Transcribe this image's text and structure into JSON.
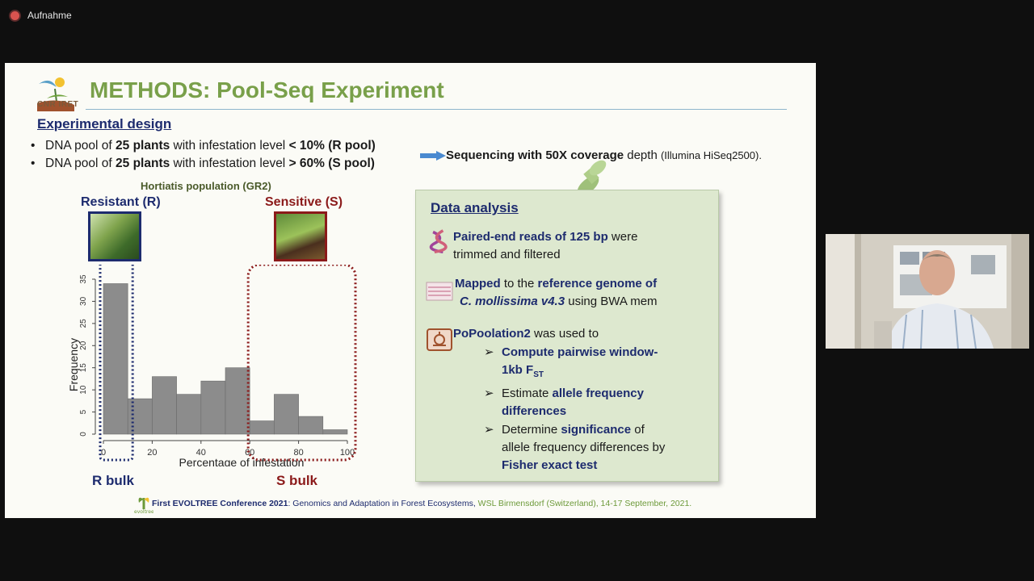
{
  "recording": {
    "label": "Aufnahme"
  },
  "slide": {
    "logo_text": "CNR IRET",
    "title": "METHODS: Pool-Seq Experiment",
    "subhead": "Experimental design",
    "bullets": [
      {
        "pre": "DNA pool of ",
        "b1": "25 plants",
        "mid": " with infestation level ",
        "b2": "< 10% (R pool)"
      },
      {
        "pre": "DNA pool of ",
        "b1": "25 plants",
        "mid": " with infestation level ",
        "b2": "> 60% (S pool)"
      }
    ],
    "sequencing": {
      "bold": "Sequencing with 50X coverage",
      "rest": " depth ",
      "small": "(Illumina HiSeq2500)."
    },
    "population_label": "Hortiatis population (GR2)",
    "resistant_label": "Resistant (R)",
    "sensitive_label": "Sensitive (S)",
    "r_bulk": "R bulk",
    "s_bulk": "S bulk",
    "analysis": {
      "title": "Data analysis",
      "item1": {
        "bold": "Paired-end  reads of 125 bp",
        "rest1": " were",
        "line2": "trimmed and filtered"
      },
      "item2": {
        "bold1": "Mapped",
        "mid": " to the ",
        "bold2": "reference genome of",
        "line2_ital": "C. mollissima v4.3",
        "line2_rest": " using BWA mem"
      },
      "item3": {
        "bold": "PoPoolation2",
        "rest": " was used to"
      },
      "sub": [
        {
          "bold": "Compute pairwise window-",
          "line2": "1kb F",
          "sub": "ST"
        },
        {
          "pre": "Estimate ",
          "bold": "allele frequency",
          "line2": "differences"
        },
        {
          "pre": "Determine ",
          "bold": "significance",
          "rest": " of",
          "line2": "allele frequency differences by",
          "line3": "Fisher exact test"
        }
      ]
    },
    "footer": {
      "part1": "First EVOLTREE Conference 2021",
      "part2": ": Genomics and Adaptation in Forest Ecosystems, ",
      "part3": "WSL Birmensdorf (Switzerland), 14-17 September, 2021.",
      "logo_text": "evoltree"
    }
  },
  "chart_data": {
    "type": "bar",
    "title": "",
    "xlabel": "Percentage of infestation",
    "ylabel": "Frequency",
    "x_bins": [
      [
        0,
        10
      ],
      [
        10,
        20
      ],
      [
        20,
        30
      ],
      [
        30,
        40
      ],
      [
        40,
        50
      ],
      [
        50,
        60
      ],
      [
        60,
        70
      ],
      [
        70,
        80
      ],
      [
        80,
        90
      ],
      [
        90,
        100
      ]
    ],
    "values": [
      34,
      8,
      13,
      9,
      12,
      15,
      3,
      9,
      4,
      1
    ],
    "x_ticks": [
      "0",
      "20",
      "40",
      "60",
      "80",
      "100"
    ],
    "y_ticks": [
      "0",
      "5",
      "10",
      "15",
      "20",
      "25",
      "30",
      "35"
    ],
    "xlim": [
      0,
      100
    ],
    "ylim": [
      0,
      35
    ],
    "bar_color": "#8c8c8c"
  },
  "colors": {
    "title_green": "#79a04a",
    "navy": "#1d2b6e",
    "maroon": "#8b1a1a",
    "panel": "#dde8cf"
  }
}
